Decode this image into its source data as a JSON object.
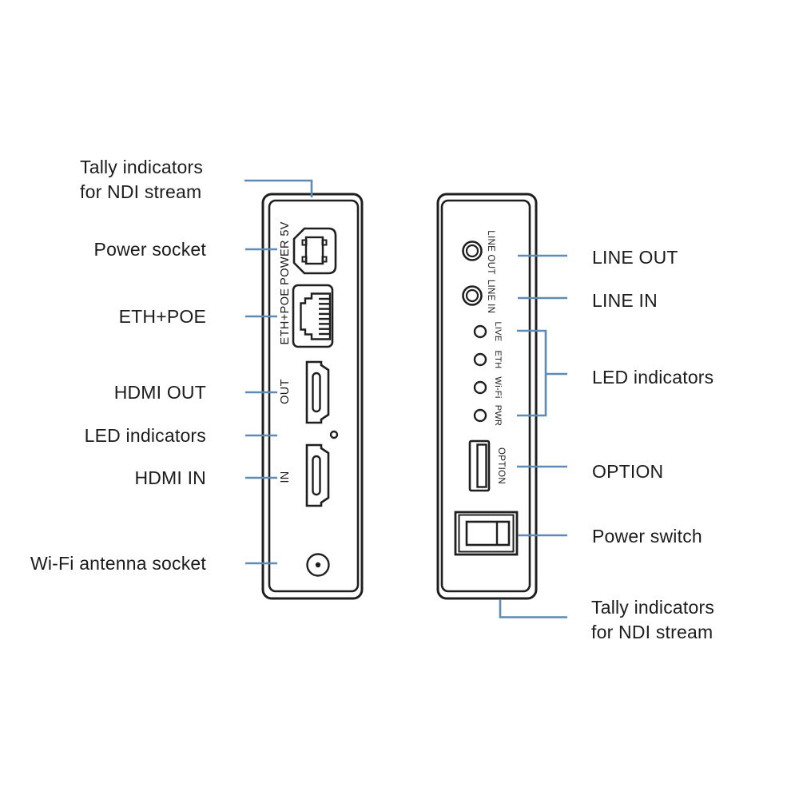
{
  "colors": {
    "leader_line": "#5e8ab6",
    "device_outline": "#1f1f1f",
    "text": "#1c1c1c"
  },
  "left_panel": {
    "callouts": {
      "tally_line1": "Tally indicators",
      "tally_line2": "for NDI stream",
      "power_socket": "Power socket",
      "eth_poe": "ETH+POE",
      "hdmi_out": "HDMI OUT",
      "led_indicators": "LED indicators",
      "hdmi_in": "HDMI IN",
      "wifi_antenna": "Wi-Fi antenna socket"
    },
    "port_labels": {
      "power": "POWER 5V",
      "eth": "ETH+POE",
      "hdmi_out": "OUT",
      "hdmi_in": "IN"
    }
  },
  "right_panel": {
    "callouts": {
      "line_out": "LINE OUT",
      "line_in": "LINE IN",
      "led_indicators": "LED indicators",
      "option": "OPTION",
      "power_switch": "Power switch",
      "tally_line1": "Tally indicators",
      "tally_line2": "for NDI stream"
    },
    "port_labels": {
      "line_out": "LINE OUT",
      "line_in": "LINE IN",
      "led_live": "LIVE",
      "led_eth": "ETH",
      "led_wifi": "Wi-Fi",
      "led_pwr": "PWR",
      "option": "OPTION"
    }
  }
}
